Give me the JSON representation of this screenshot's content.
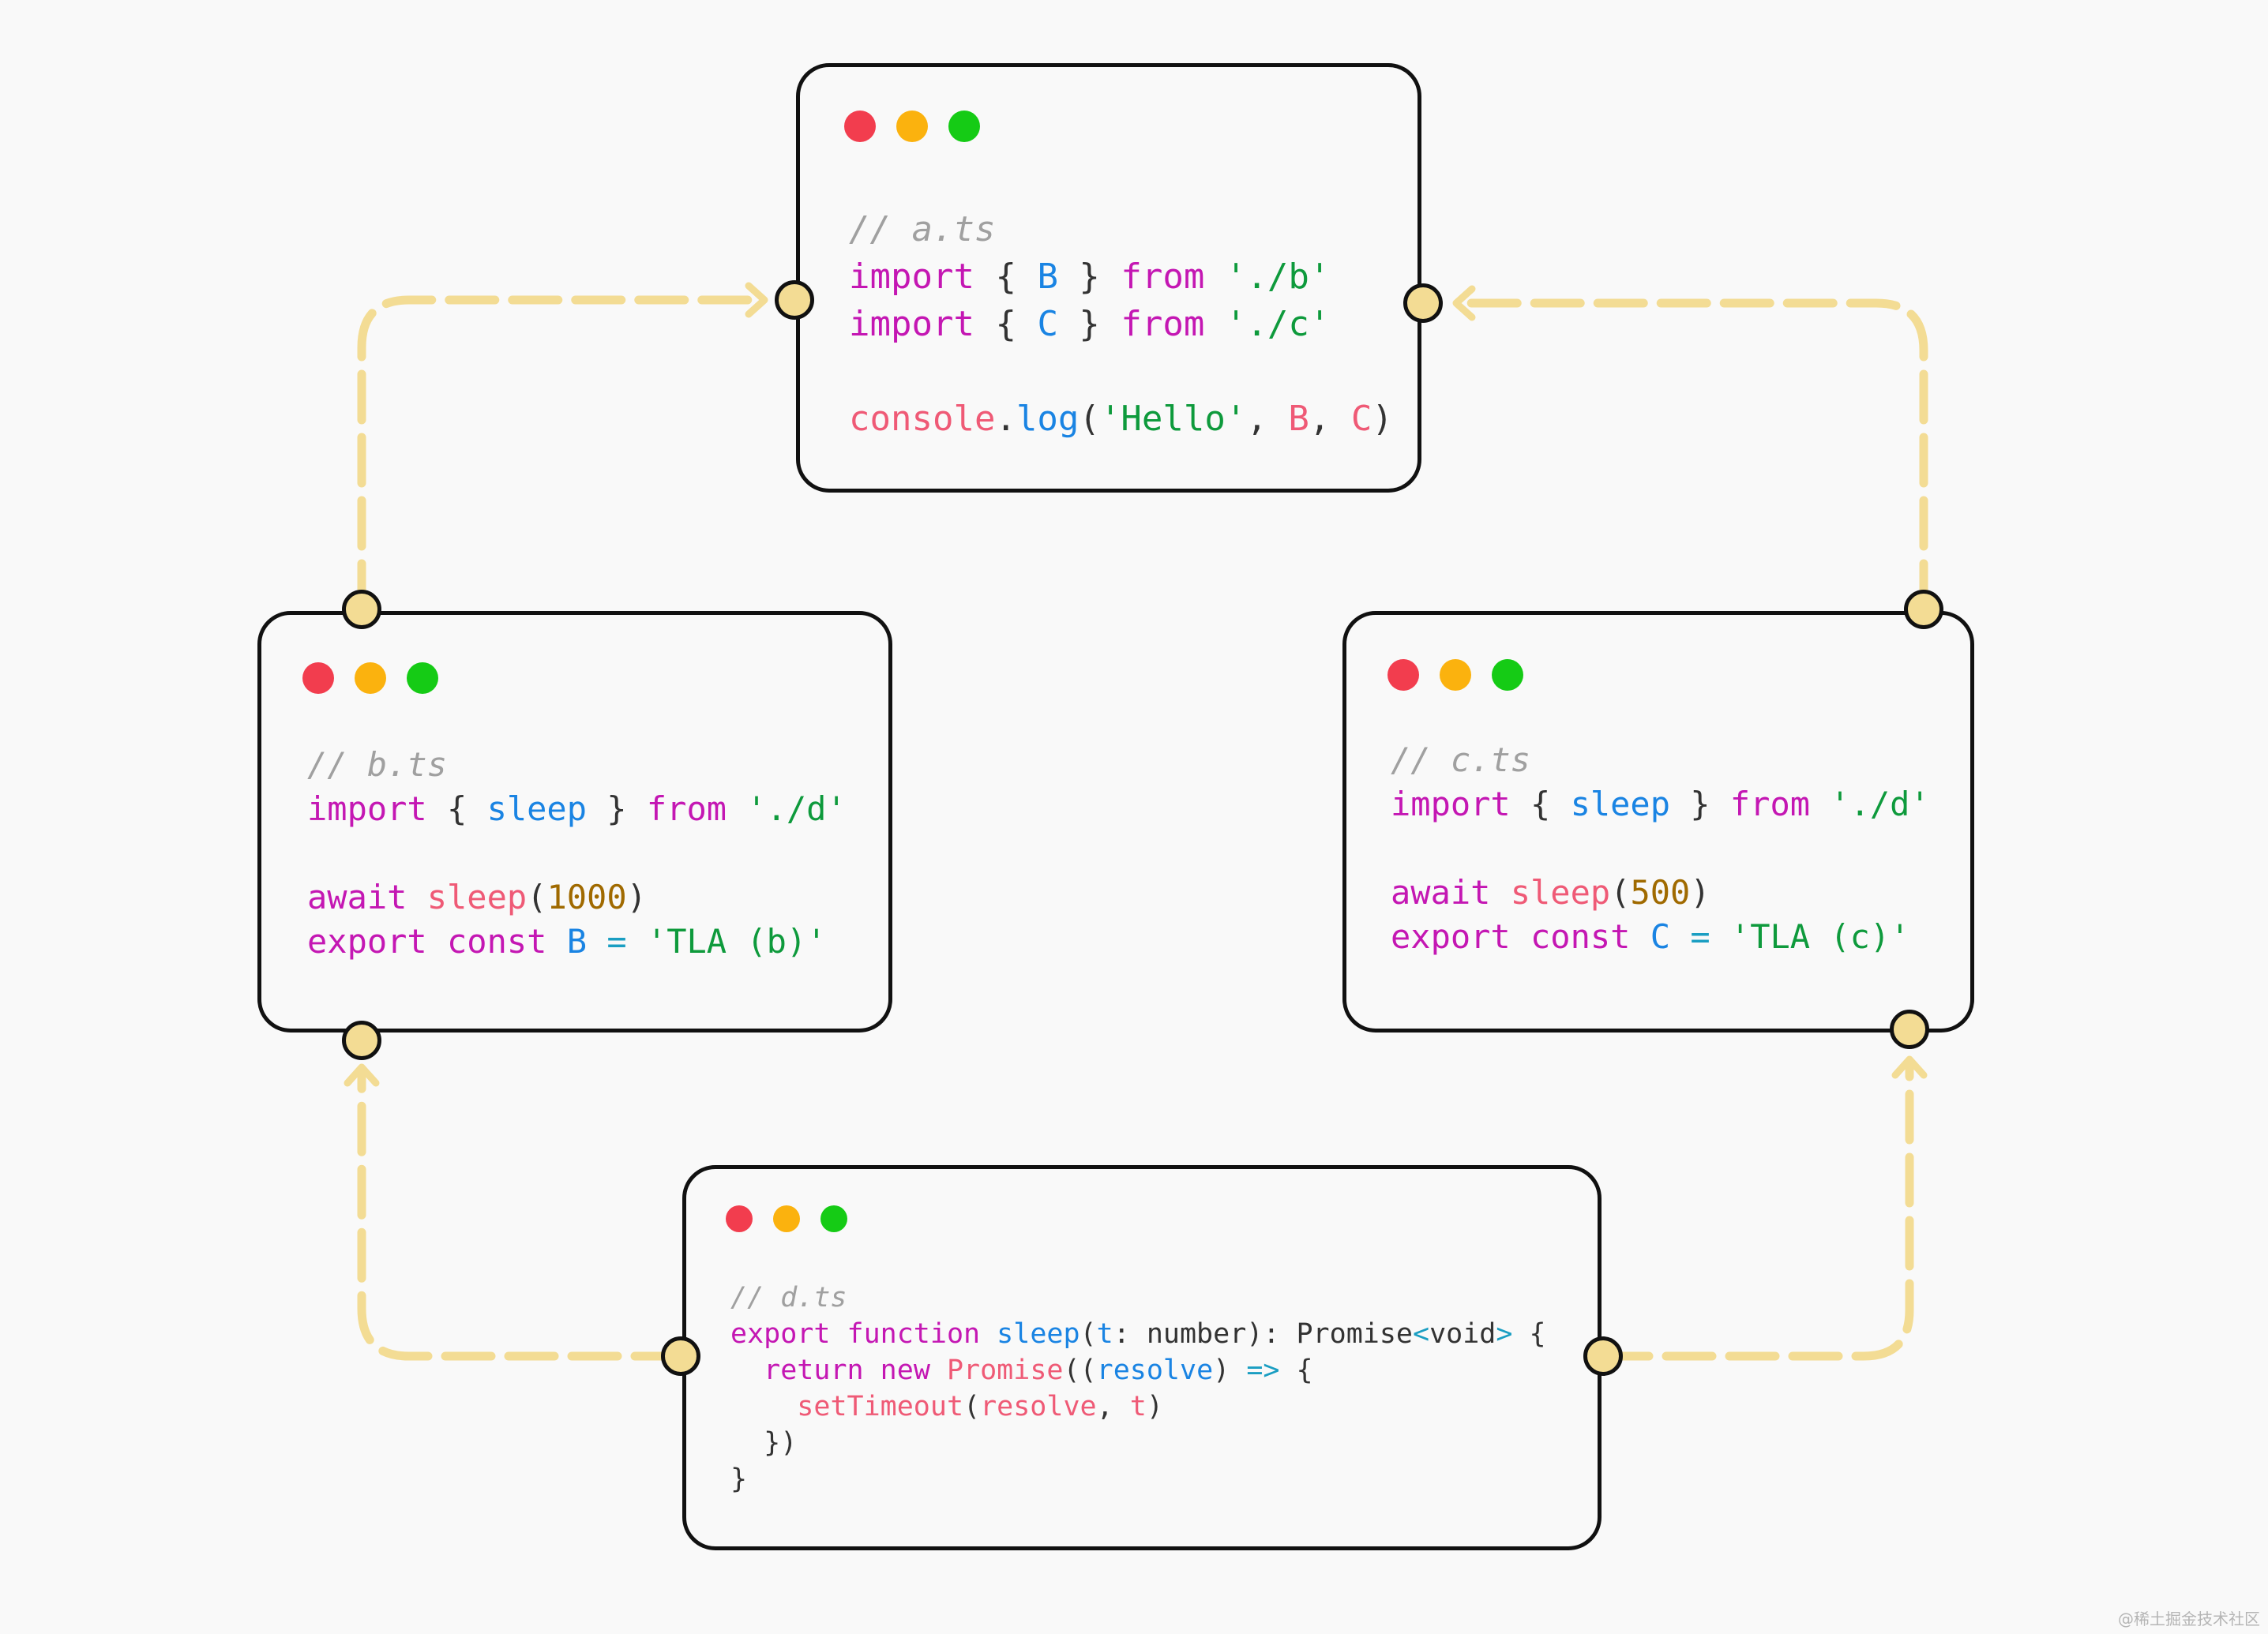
{
  "windows": {
    "a": {
      "lines": [
        [
          [
            "// a.ts",
            "cm"
          ]
        ],
        [
          [
            "import",
            "kw"
          ],
          [
            " { ",
            "pl"
          ],
          [
            "B",
            "id"
          ],
          [
            " } ",
            "pl"
          ],
          [
            "from",
            "kw"
          ],
          [
            " ",
            "pl"
          ],
          [
            "'./b'",
            "st"
          ]
        ],
        [
          [
            "import",
            "kw"
          ],
          [
            " { ",
            "pl"
          ],
          [
            "C",
            "id"
          ],
          [
            " } ",
            "pl"
          ],
          [
            "from",
            "kw"
          ],
          [
            " ",
            "pl"
          ],
          [
            "'./c'",
            "st"
          ]
        ],
        [],
        [
          [
            "console",
            "fn"
          ],
          [
            ".",
            "pl"
          ],
          [
            "log",
            "id"
          ],
          [
            "(",
            "pl"
          ],
          [
            "'Hello'",
            "st"
          ],
          [
            ", ",
            "pl"
          ],
          [
            "B",
            "fn"
          ],
          [
            ", ",
            "pl"
          ],
          [
            "C",
            "fn"
          ],
          [
            ")",
            "pl"
          ]
        ]
      ]
    },
    "b": {
      "lines": [
        [
          [
            "// b.ts",
            "cm"
          ]
        ],
        [
          [
            "import",
            "kw"
          ],
          [
            " { ",
            "pl"
          ],
          [
            "sleep",
            "id"
          ],
          [
            " } ",
            "pl"
          ],
          [
            "from",
            "kw"
          ],
          [
            " ",
            "pl"
          ],
          [
            "'./d'",
            "st"
          ]
        ],
        [],
        [
          [
            "await",
            "kw"
          ],
          [
            " ",
            "pl"
          ],
          [
            "sleep",
            "fn"
          ],
          [
            "(",
            "pl"
          ],
          [
            "1000",
            "nu"
          ],
          [
            ")",
            "pl"
          ]
        ],
        [
          [
            "export",
            "kw"
          ],
          [
            " ",
            "pl"
          ],
          [
            "const",
            "kw"
          ],
          [
            " ",
            "pl"
          ],
          [
            "B",
            "id"
          ],
          [
            " ",
            "pl"
          ],
          [
            "=",
            "op"
          ],
          [
            " ",
            "pl"
          ],
          [
            "'TLA (b)'",
            "st"
          ]
        ]
      ]
    },
    "c": {
      "lines": [
        [
          [
            "// c.ts",
            "cm"
          ]
        ],
        [
          [
            "import",
            "kw"
          ],
          [
            " { ",
            "pl"
          ],
          [
            "sleep",
            "id"
          ],
          [
            " } ",
            "pl"
          ],
          [
            "from",
            "kw"
          ],
          [
            " ",
            "pl"
          ],
          [
            "'./d'",
            "st"
          ]
        ],
        [],
        [
          [
            "await",
            "kw"
          ],
          [
            " ",
            "pl"
          ],
          [
            "sleep",
            "fn"
          ],
          [
            "(",
            "pl"
          ],
          [
            "500",
            "nu"
          ],
          [
            ")",
            "pl"
          ]
        ],
        [
          [
            "export",
            "kw"
          ],
          [
            " ",
            "pl"
          ],
          [
            "const",
            "kw"
          ],
          [
            " ",
            "pl"
          ],
          [
            "C",
            "id"
          ],
          [
            " ",
            "pl"
          ],
          [
            "=",
            "op"
          ],
          [
            " ",
            "pl"
          ],
          [
            "'TLA (c)'",
            "st"
          ]
        ]
      ]
    },
    "d": {
      "lines": [
        [
          [
            "// d.ts",
            "cm"
          ]
        ],
        [
          [
            "export",
            "kw"
          ],
          [
            " ",
            "pl"
          ],
          [
            "function",
            "kw"
          ],
          [
            " ",
            "pl"
          ],
          [
            "sleep",
            "id"
          ],
          [
            "(",
            "pl"
          ],
          [
            "t",
            "id"
          ],
          [
            ": number): Promise",
            "pl"
          ],
          [
            "<",
            "op"
          ],
          [
            "void",
            "pl"
          ],
          [
            ">",
            "op"
          ],
          [
            " {",
            "pl"
          ]
        ],
        [
          [
            "  ",
            "pl"
          ],
          [
            "return",
            "kw"
          ],
          [
            " ",
            "pl"
          ],
          [
            "new",
            "kw"
          ],
          [
            " ",
            "pl"
          ],
          [
            "Promise",
            "fn"
          ],
          [
            "((",
            "pl"
          ],
          [
            "resolve",
            "id"
          ],
          [
            ") ",
            "pl"
          ],
          [
            "=>",
            "op"
          ],
          [
            " {",
            "pl"
          ]
        ],
        [
          [
            "    ",
            "pl"
          ],
          [
            "setTimeout",
            "fn"
          ],
          [
            "(",
            "pl"
          ],
          [
            "resolve",
            "fn"
          ],
          [
            ", ",
            "pl"
          ],
          [
            "t",
            "fn"
          ],
          [
            ")",
            "pl"
          ]
        ],
        [
          [
            "  })",
            "pl"
          ]
        ],
        [
          [
            "}",
            "pl"
          ]
        ]
      ]
    }
  },
  "colors": {
    "dots": [
      "#f23d4e",
      "#fbb20e",
      "#15cb15"
    ],
    "syntax": {
      "cm": "#a0a0a0",
      "kw": "#c417b3",
      "id": "#1a84e3",
      "fn": "#ef5a76",
      "st": "#0e9a3c",
      "nu": "#a06a00",
      "op": "#1a9ec2",
      "pl": "#333333"
    },
    "connector": "#f3dc94"
  },
  "watermark": "@稀土掘金技术社区"
}
